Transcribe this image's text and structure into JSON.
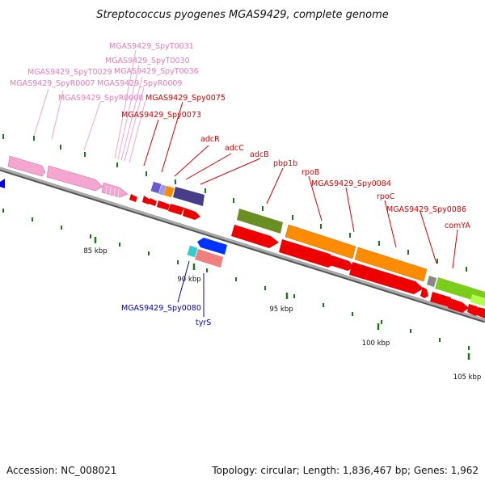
{
  "title": "Streptococcus pyogenes MGAS9429, complete genome",
  "footer": {
    "accession": "Accession: NC_008021",
    "summary": "Topology: circular; Length: 1,836,467 bp; Genes: 1,962"
  },
  "colors": {
    "trna": "#f4a6d0",
    "trna_label": "#e87ab4",
    "cds_plus_label": "#dd0000",
    "cds_minus_label": "#0000cc",
    "backbone": "#999999",
    "tick": "#1a7a1a"
  },
  "scale_labels": [
    {
      "text": "85 kbp"
    },
    {
      "text": "90 kbp"
    },
    {
      "text": "95 kbp"
    },
    {
      "text": "100 kbp"
    },
    {
      "text": "105 kbp"
    }
  ],
  "labels": {
    "trna": [
      "MGAS9429_SpyT0031",
      "MGAS9429_SpyT0030",
      "MGAS9429_SpyT0036",
      "MGAS9429_SpyT0029",
      "MGAS9429_SpyR0007",
      "MGAS9429_SpyR0009",
      "MGAS9429_SpyR0008"
    ],
    "plus": [
      "MGAS9429_Spy0075",
      "MGAS9429_Spy0073",
      "adcR",
      "adcC",
      "adcB",
      "pbp1b",
      "rpoB",
      "MGAS9429_Spy0084",
      "rpoC",
      "MGAS9429_Spy0086",
      "comYA"
    ],
    "minus": [
      "MGAS9429_Spy0080",
      "tyrS"
    ]
  }
}
